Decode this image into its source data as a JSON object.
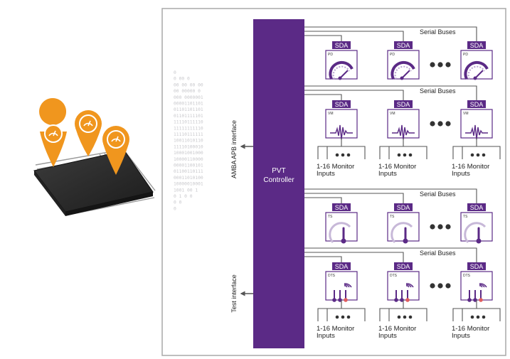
{
  "controller": {
    "label_line1": "PVT",
    "label_line2": "Controller"
  },
  "interfaces": {
    "apb": "AMBA APB interface",
    "test": "Test interface"
  },
  "rows": [
    {
      "bus_label": "Serial Buses",
      "sensor_tag": "PD",
      "sensor_type": "process-detector",
      "monitor_inputs": false
    },
    {
      "bus_label": "Serial Buses",
      "sensor_tag": "VM",
      "sensor_type": "voltage-monitor",
      "monitor_inputs": true,
      "inputs_line1": "1-16 Monitor",
      "inputs_line2": "Inputs"
    },
    {
      "bus_label": "Serial Buses",
      "sensor_tag": "TS",
      "sensor_type": "temperature-sensor",
      "monitor_inputs": false
    },
    {
      "bus_label": "Serial Buses",
      "sensor_tag": "DTS",
      "sensor_type": "distributed-temperature-sensor",
      "monitor_inputs": true,
      "inputs_line1": "1-16 Monitor",
      "inputs_line2": "Inputs"
    }
  ],
  "sda_label": "SDA",
  "binary_lines": [
    "          0",
    "  0     00  0",
    "00  00 00 00",
    "00  00000  0",
    "000 0000001",
    "00001101101",
    "01101101101",
    "01101111101",
    "11110111110",
    "11111111110",
    "11110111111",
    "10011010110",
    "11110100010",
    "10001001000",
    "10000110000",
    "00001100101",
    "01100110111",
    "00011010100",
    "10000010001",
    "1001  00   1",
    "0  1   0  0",
    "  0      0",
    "    0"
  ],
  "colors": {
    "accent": "#5b2a86",
    "pin": "#f0961e",
    "chip": "#2b2b2b",
    "frame": "#a8a8a8"
  }
}
